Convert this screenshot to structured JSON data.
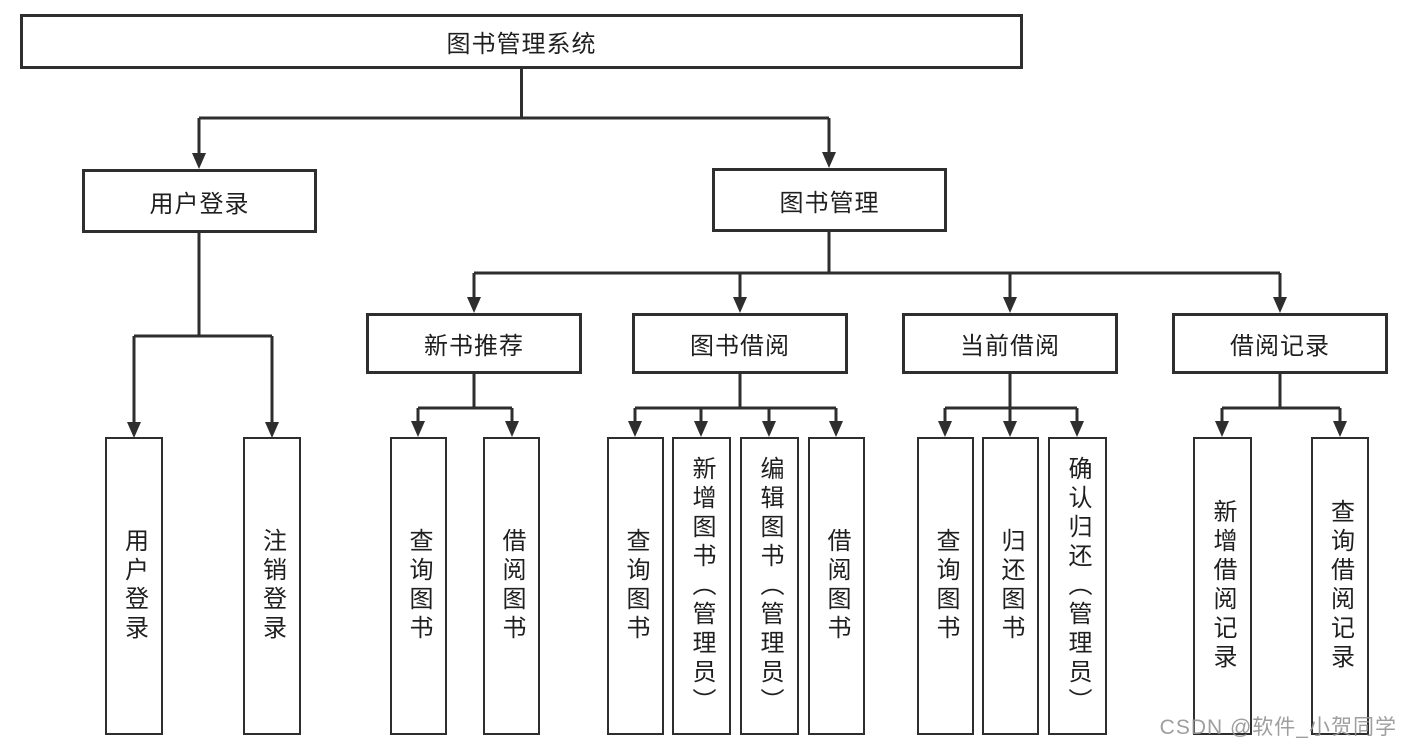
{
  "diagram": {
    "title": "图书管理系统",
    "root": "图书管理系统",
    "login_branch": {
      "label": "用户登录",
      "children": [
        "用户登录",
        "注销登录"
      ]
    },
    "management_branch": {
      "label": "图书管理",
      "sections": [
        {
          "label": "新书推荐",
          "children": [
            "查询图书",
            "借阅图书"
          ]
        },
        {
          "label": "图书借阅",
          "children": [
            "查询图书",
            "新增图书（管理员）",
            "编辑图书（管理员）",
            "借阅图书"
          ]
        },
        {
          "label": "当前借阅",
          "children": [
            "查询图书",
            "归还图书",
            "确认归还（管理员）"
          ]
        },
        {
          "label": "借阅记录",
          "children": [
            "新增借阅记录",
            "查询借阅记录"
          ]
        }
      ]
    }
  },
  "watermark": {
    "text": "CSDN @软件_小贺同学"
  },
  "colors": {
    "line": "#2e2e2e",
    "box_border": "#2e2e2e",
    "text": "#1f1f1f",
    "watermark": "#949494",
    "background": "#ffffff"
  }
}
